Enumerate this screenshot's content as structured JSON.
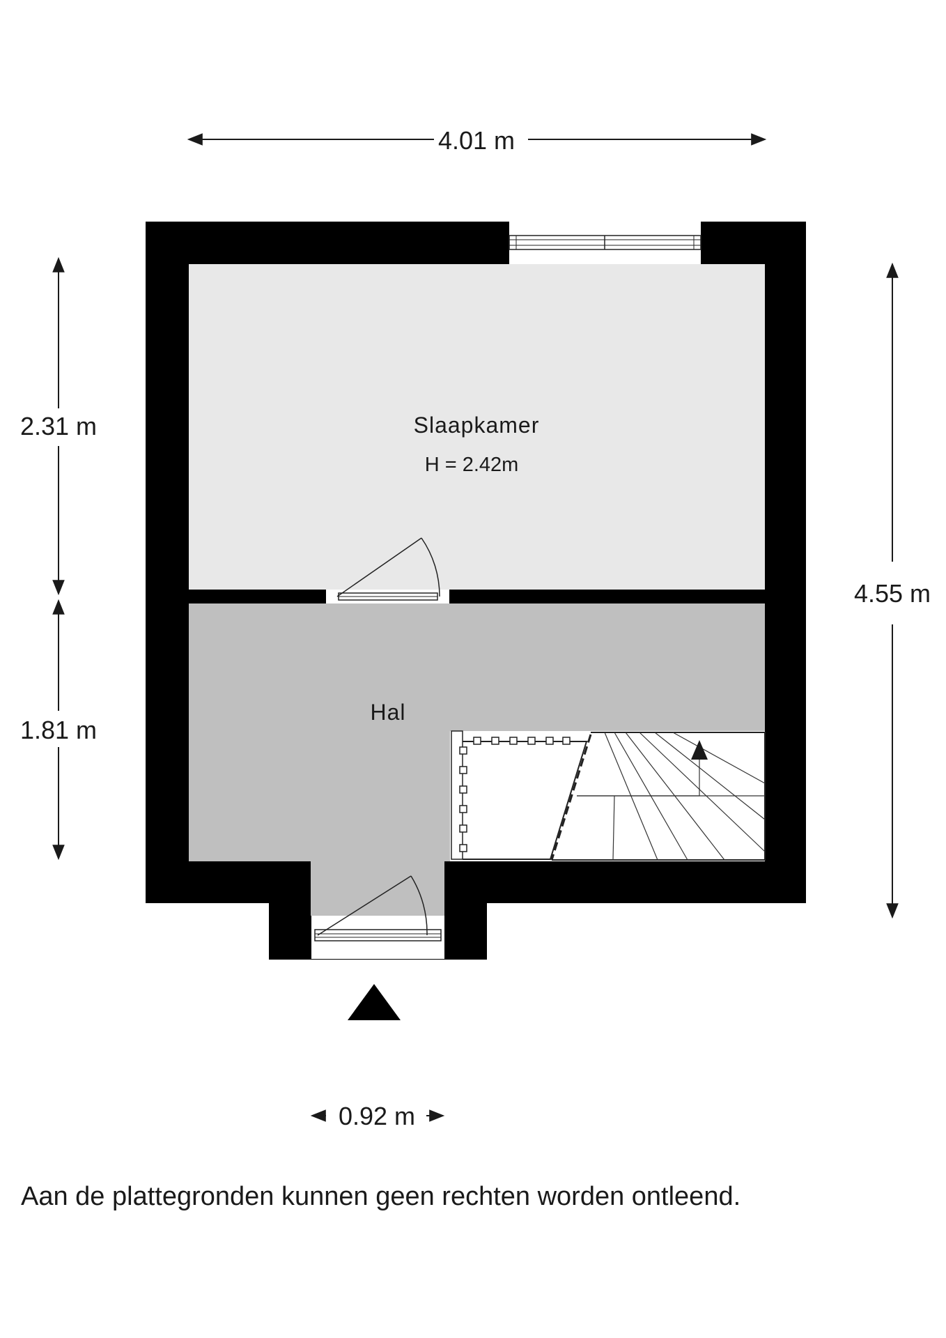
{
  "dimensions": {
    "overall_width": "4.01 m",
    "overall_depth": "4.55 m",
    "slaapkamer_depth": "2.31 m",
    "hal_depth": "1.81 m",
    "entrance_width": "0.92 m"
  },
  "rooms": {
    "slaapkamer": {
      "name": "Slaapkamer",
      "height": "H = 2.42m"
    },
    "hal": {
      "name": "Hal"
    }
  },
  "disclaimer": "Aan de plattegronden kunnen geen rechten worden ontleend.",
  "colors": {
    "wall": "#000000",
    "slaapkamer_floor": "#e8e8e8",
    "hal_floor": "#bfbfbf",
    "stair_floor": "#ffffff"
  },
  "icons": {
    "entrance": "entrance-arrow-icon",
    "stair_direction": "stair-direction-arrow-icon"
  }
}
